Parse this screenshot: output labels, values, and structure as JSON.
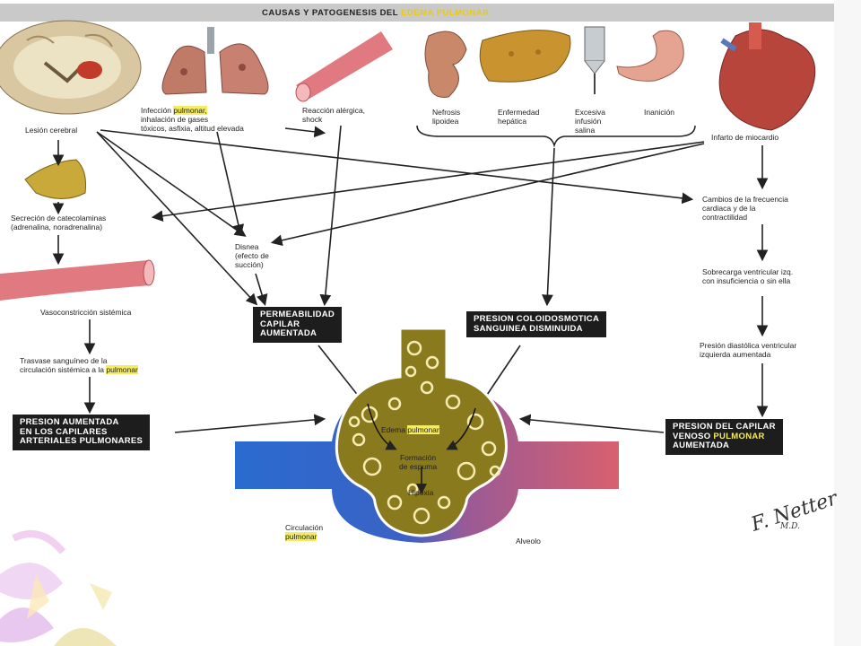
{
  "title": {
    "prefix": "CAUSAS Y PATOGENESIS DEL ",
    "highlight": "EDEMA PULMONAR"
  },
  "labels": {
    "lesion_cerebral": "Lesión cerebral",
    "infeccion_a": "Infección ",
    "infeccion_hl": "pulmonar,",
    "infeccion_b": "inhalación de gases\ntóxicos, asfixia, altitud elevada",
    "reaccion": "Reacción alérgica,\nshock",
    "nefrosis": "Nefrosis\nlipoidea",
    "enfermedad": "Enfermedad\nhepática",
    "excesiva": "Excesiva\ninfusión\nsalina",
    "inanicion": "Inanición",
    "infarto": "Infarto de miocardio",
    "secrecion": "Secreción de catecolaminas\n(adrenalina, noradrenalina)",
    "disnea": "Disnea\n(efecto de\nsucción)",
    "cambios": "Cambios de la frecuencia\ncardiaca y de la\ncontractilidad",
    "sobrecarga": "Sobrecarga ventricular izq.\ncon insuficiencia o sin ella",
    "presion_diastolica": "Presión diastólica ventricular\nizquierda aumentada",
    "vasoconstriccion": "Vasoconstricción sistémica",
    "trasvase_a": "Trasvase sanguíneo de la\ncirculación sistémica a la ",
    "trasvase_hl": "pulmonar",
    "edema_a": "Edema ",
    "edema_hl": "pulmonar",
    "formacion": "Formación\nde espuma",
    "hipoxia": "Hipoxia",
    "circulacion_a": "Circulación",
    "circulacion_hl": "pulmonar",
    "alveolo": "Alveolo"
  },
  "boxes": {
    "permeabilidad": "PERMEABILIDAD\nCAPILAR\nAUMENTADA",
    "presion_coloidosmotica": "PRESION COLOIDOSMOTICA\nSANGUINEA DISMINUIDA",
    "presion_arterial": "PRESION AUMENTADA\nEN LOS CAPILARES\nARTERIALES PULMONARES",
    "presion_venoso_a": "PRESION DEL CAPILAR\nVENOSO ",
    "presion_venoso_hl": "PULMONAR",
    "presion_venoso_b": "\nAUMENTADA"
  },
  "signature": {
    "name": "F. Netter",
    "suffix": "M.D."
  },
  "colors": {
    "arterial": "#2a6bd0",
    "venous": "#d8606e",
    "alveolus": "#8a7a1e",
    "highlight": "#f4ec63",
    "vessel": "#e07a80",
    "box": "#1d1d1d"
  }
}
